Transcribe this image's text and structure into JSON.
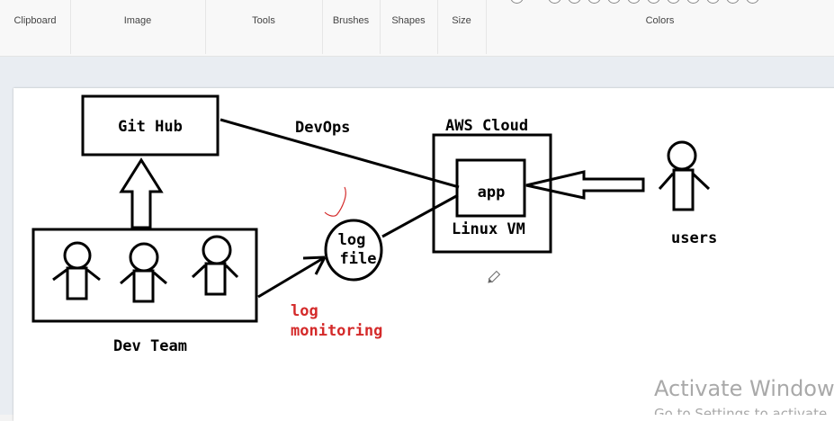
{
  "ribbon": {
    "groups": [
      {
        "label": "Clipboard"
      },
      {
        "label": "Image"
      },
      {
        "label": "Tools"
      },
      {
        "label": "Brushes"
      },
      {
        "label": "Shapes"
      },
      {
        "label": "Size"
      },
      {
        "label": "Colors"
      }
    ]
  },
  "diagram": {
    "github_label": "Git Hub",
    "devops_label": "DevOps",
    "aws_cloud_label": "AWS Cloud",
    "app_label": "app",
    "linux_vm_label": "Linux VM",
    "users_label": "users",
    "log_file_line1": "log",
    "log_file_line2": "file",
    "log_monitoring_line1": "log",
    "log_monitoring_line2": "monitoring",
    "dev_team_label": "Dev Team"
  },
  "watermark": {
    "title": "Activate Windows",
    "subtitle": "Go to Settings to activate"
  },
  "colors": {
    "ink": "#000000",
    "red_ink": "#d42a2a",
    "watermark": "#a9a9a9"
  }
}
